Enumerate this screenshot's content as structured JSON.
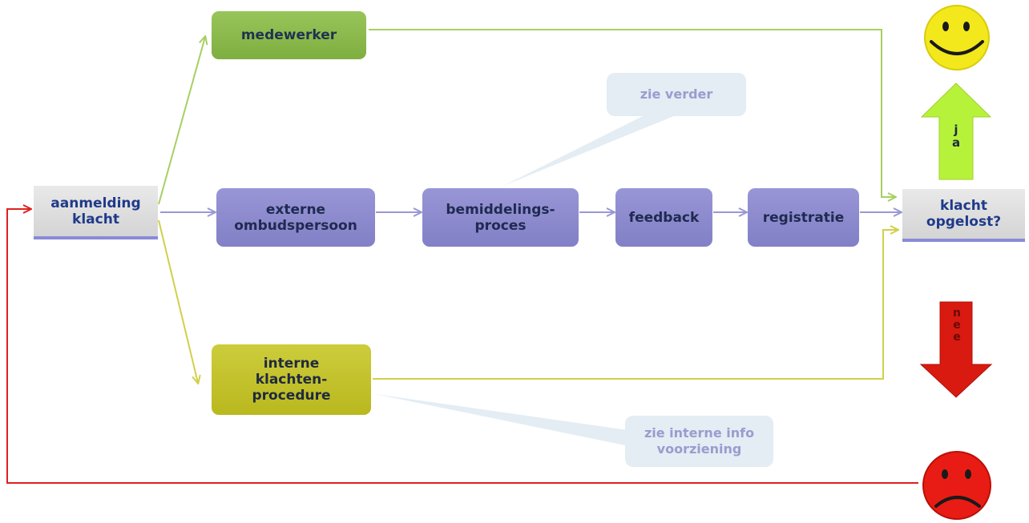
{
  "diagram": {
    "nodes": {
      "aanmelding": "aanmelding\nklacht",
      "medewerker": "medewerker",
      "externe": "externe\nombudspersoon",
      "bemiddeling": "bemiddelings-\nproces",
      "feedback": "feedback",
      "registratie": "registratie",
      "interne": "interne\nklachten-\nprocedure",
      "klacht_opgelost": "klacht\nopgelost?"
    },
    "callouts": {
      "zie_verder": "zie verder",
      "zie_interne": "zie interne info\nvoorziening"
    },
    "decision_labels": {
      "ja": "j\na",
      "nee": "n\ne\ne"
    },
    "colors": {
      "green_box": "#8bb84c",
      "purple_box": "#8a88cc",
      "yellow_box": "#c4c32c",
      "grey_box": "#dcdcdc",
      "connector_purple": "#9a98d6",
      "connector_green": "#a8cf62",
      "connector_yellow": "#d1d04a",
      "return_line": "#e02020",
      "ja_arrow": "#b7f23a",
      "nee_arrow": "#d81a10",
      "smiley_happy": "#f2e81c",
      "smiley_sad": "#e81c14"
    },
    "icons": {
      "happy": "happy-smiley-icon",
      "sad": "sad-smiley-icon"
    }
  }
}
